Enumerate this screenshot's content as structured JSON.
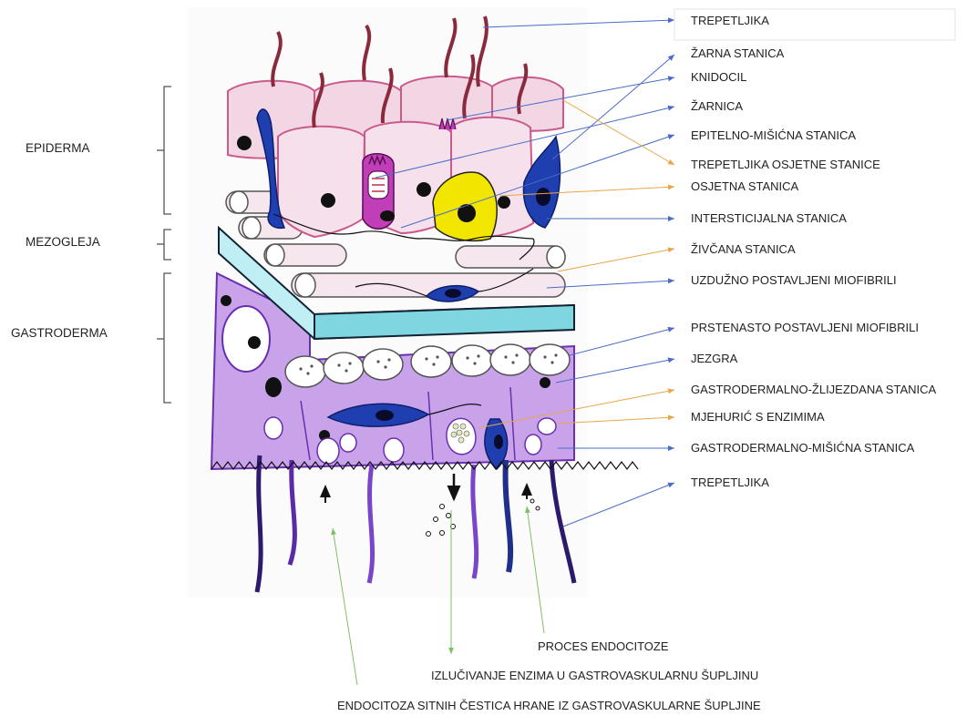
{
  "left_labels": {
    "epiderma": "EPIDERMA",
    "mezogleja": "MEZOGLEJA",
    "gastroderma": "GASTRODERMA"
  },
  "right_labels": [
    "TREPETLJIKA",
    "ŽARNA STANICA",
    "KNIDOCIL",
    "ŽARNICA",
    "EPITELNO-MIŠIĆNA STANICA",
    "TREPETLJIKA OSJETNE STANICE",
    "OSJETNA STANICA",
    "INTERSTICIJALNA STANICA",
    "ŽIVČANA STANICA",
    "UZDUŽNO POSTAVLJENI MIOFIBRILI",
    "PRSTENASTO POSTAVLJENI MIOFIBRILI",
    "JEZGRA",
    "GASTRODERMALNO-ŽLIJEZDANA STANICA",
    "MJEHURIĆ S ENZIMIMA",
    "GASTRODERMALNO-MIŠIĆNA STANICA",
    "TREPETLJIKA"
  ],
  "bottom_labels": {
    "endocytosis_process": "PROCES ENDOCITOZE",
    "enzyme_secretion": "IZLUČIVANJE ENZIMA U GASTROVASKULARNU ŠUPLJINU",
    "food_endocytosis": "ENDOCITOZA SITNIH ČESTICA HRANE IZ GASTROVASKULARNE ŠUPLJINE"
  },
  "colors": {
    "epidermis_cell": "#f3d6e4",
    "epidermis_outline": "#c95b8c",
    "nerve_cell": "#1f3fb0",
    "sensory_cell": "#f2e600",
    "cnidocyte": "#c03fb8",
    "mesoglea": "#7fd6e0",
    "gastrodermis": "#b98be0",
    "gastro_outline": "#6a2fb0",
    "blue_arrow": "#4a6cc8",
    "orange_arrow": "#e8a64a",
    "green_arrow": "#7fbf6a"
  }
}
